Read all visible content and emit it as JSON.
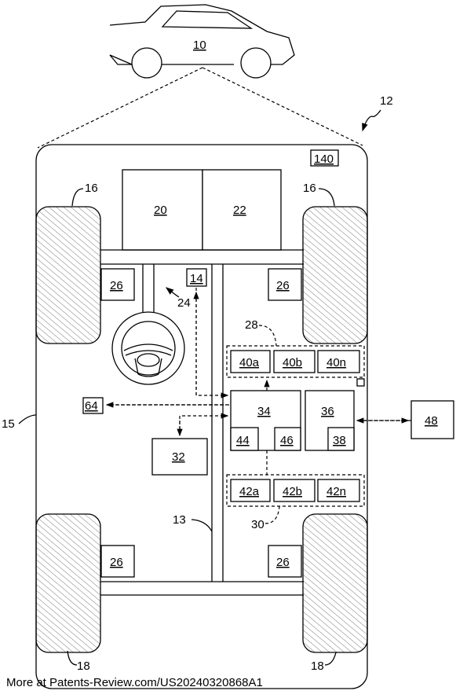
{
  "labels": {
    "car": "10",
    "system": "12",
    "frame": "13",
    "display": "14",
    "body": "15",
    "wheel_front": "16",
    "wheel_rear": "18",
    "engine": "20",
    "transmission": "22",
    "steering": "24",
    "actuator": "26",
    "sensor_group": "28",
    "actuator_group": "30",
    "module32": "32",
    "controller": "34",
    "comm": "36",
    "comm_sub": "38",
    "sensor_a": "40a",
    "sensor_b": "40b",
    "sensor_n": "40n",
    "actuator_a": "42a",
    "actuator_b": "42b",
    "actuator_n": "42n",
    "processor": "44",
    "memory": "46",
    "remote": "48",
    "external": "64",
    "unit140": "140"
  },
  "footer": "More at Patents-Review.com/US20240320868A1"
}
